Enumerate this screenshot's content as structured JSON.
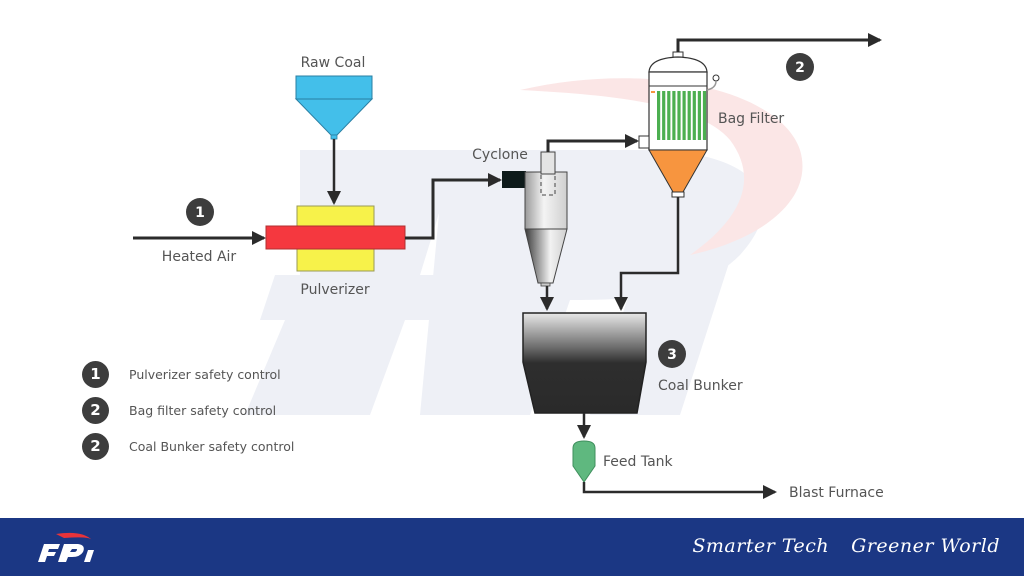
{
  "diagram": {
    "title": "Coal pulverizing system safety control",
    "nodes": {
      "raw_coal": "Raw Coal",
      "heated_air": "Heated Air",
      "pulverizer": "Pulverizer",
      "cyclone": "Cyclone",
      "bag_filter": "Bag Filter",
      "coal_bunker": "Coal Bunker",
      "feed_tank": "Feed Tank",
      "blast_furnace": "Blast Furnace"
    },
    "badges": {
      "pulverizer": "1",
      "bag_filter": "2",
      "coal_bunker": "3"
    },
    "colors": {
      "raw_coal_hopper": "#43bfea",
      "pulverizer_body": "#f7f24a",
      "pulverizer_tube": "#f5383f",
      "bag_filter_cone": "#f7953f",
      "bag_filter_bags": "#4caf50",
      "feed_tank": "#5fb87f",
      "line": "#2b2b2b",
      "badge": "#3d3d3d"
    }
  },
  "legend": [
    {
      "number": "1",
      "text": "Pulverizer safety control"
    },
    {
      "number": "2",
      "text": "Bag filter safety control"
    },
    {
      "number": "2",
      "text": "Coal Bunker safety control"
    }
  ],
  "footer": {
    "logo_text": "FPI",
    "slogan_1": "Smarter Tech",
    "slogan_2": "Greener World",
    "background": "#1b3784"
  }
}
